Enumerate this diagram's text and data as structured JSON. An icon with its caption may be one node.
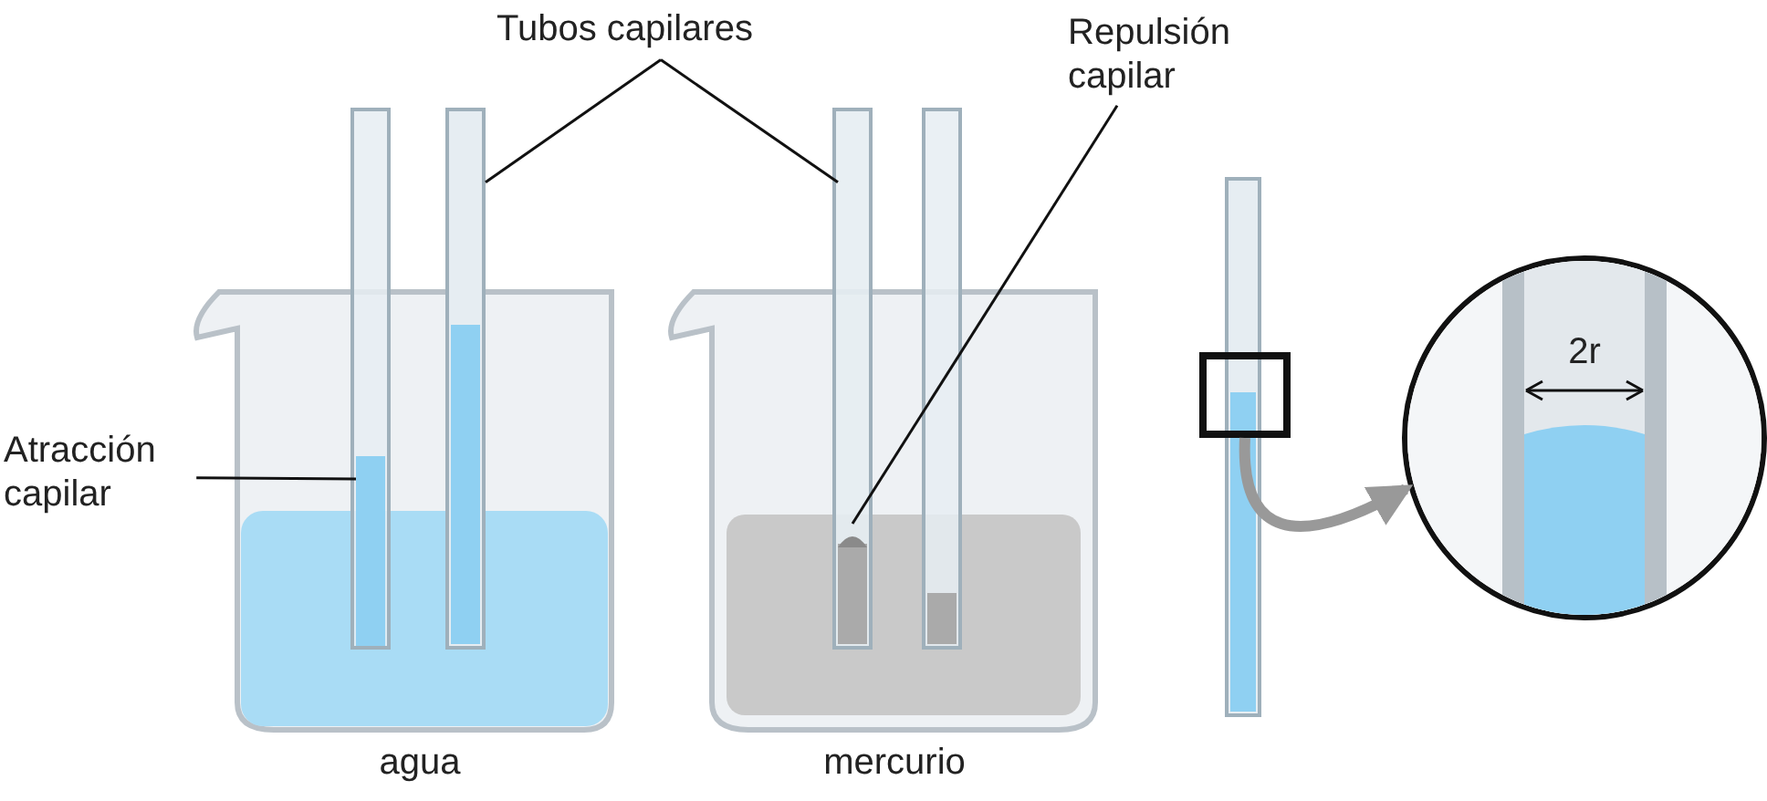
{
  "diagram": {
    "nodes": [
      {
        "text": [
          "Tubos capilares"
        ]
      },
      {
        "text": [],
        "shape": "picture"
      },
      {
        "text": [],
        "shape": "picture"
      },
      {
        "text": [
          "Repulsión capilar"
        ]
      },
      {
        "text": [],
        "shape": "picture",
        "in": 2
      },
      {
        "text": [
          "Atracción capilar"
        ]
      },
      {
        "text": [],
        "shape": "bar"
      },
      {
        "text": [],
        "shape": "box"
      },
      {
        "text": [],
        "shape": "circle"
      }
    ],
    "edges": [
      {
        "from": 0,
        "to": 1,
        "arrow": "none"
      },
      {
        "from": 0,
        "to": 2,
        "arrow": "none"
      },
      {
        "from": 3,
        "to": 4,
        "arrow": "none"
      },
      {
        "from": 5,
        "to": 6,
        "arrow": "none"
      },
      {
        "from": 7,
        "to": 8,
        "arrow": "to",
        "style": "thick",
        "color": "#999999"
      }
    ],
    "labels": [
      "agua",
      "mercurio",
      "2r"
    ]
  }
}
